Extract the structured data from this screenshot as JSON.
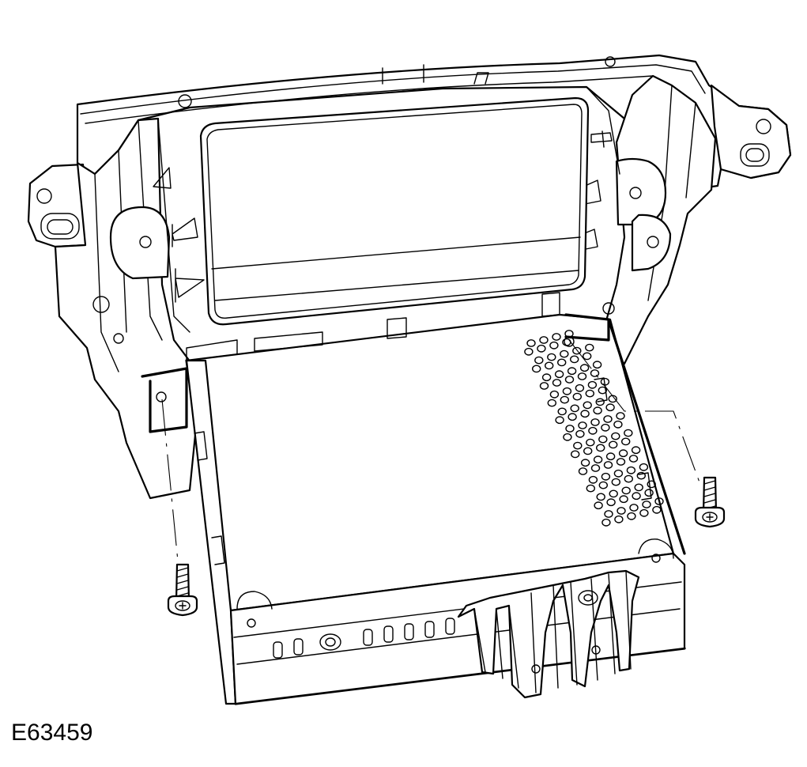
{
  "figure": {
    "reference_code": "E63459"
  },
  "icons": {
    "bracket": "front-panel-bracket",
    "display": "display-screen",
    "unit": "audio-unit-housing",
    "screw": "torx-screw"
  },
  "colors": {
    "line": "#000000",
    "background": "#ffffff"
  }
}
